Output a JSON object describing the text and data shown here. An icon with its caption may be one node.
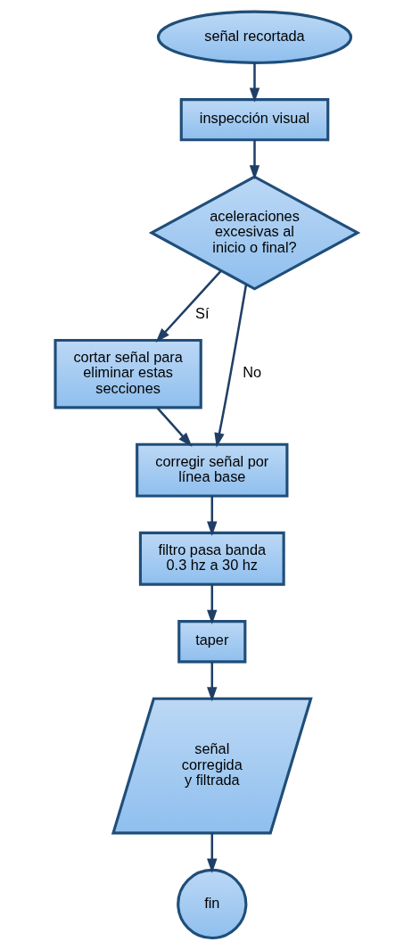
{
  "diagram": {
    "nodes": [
      {
        "text": [
          "señal recortada"
        ]
      },
      {
        "text": [
          "inspección visual"
        ]
      },
      {
        "text": [
          "aceleraciones excesivas al inicio o final?"
        ]
      },
      {
        "text": [
          "cortar señal para eliminar estas secciones"
        ]
      },
      {
        "text": [
          "corregir señal por línea base"
        ]
      },
      {
        "text": [
          "filtro pasa banda 0.3 hz a 30 hz"
        ]
      },
      {
        "text": [
          "taper"
        ]
      },
      {
        "text": [
          "señal corregida y filtrada"
        ]
      },
      {
        "text": [
          "fin"
        ]
      }
    ],
    "edges": [
      {
        "from": 0,
        "to": 1,
        "arrow": "to"
      },
      {
        "from": 1,
        "to": 2,
        "arrow": "to"
      },
      {
        "from": 2,
        "to": 3,
        "arrow": "to",
        "label": "Sí"
      },
      {
        "from": 2,
        "to": 4,
        "arrow": "to",
        "label": "No"
      },
      {
        "from": 3,
        "to": 4,
        "arrow": "to"
      },
      {
        "from": 4,
        "to": 5,
        "arrow": "to"
      },
      {
        "from": 5,
        "to": 6,
        "arrow": "to"
      },
      {
        "from": 6,
        "to": 7,
        "arrow": "to"
      },
      {
        "from": 7,
        "to": 8,
        "arrow": "to"
      }
    ]
  }
}
